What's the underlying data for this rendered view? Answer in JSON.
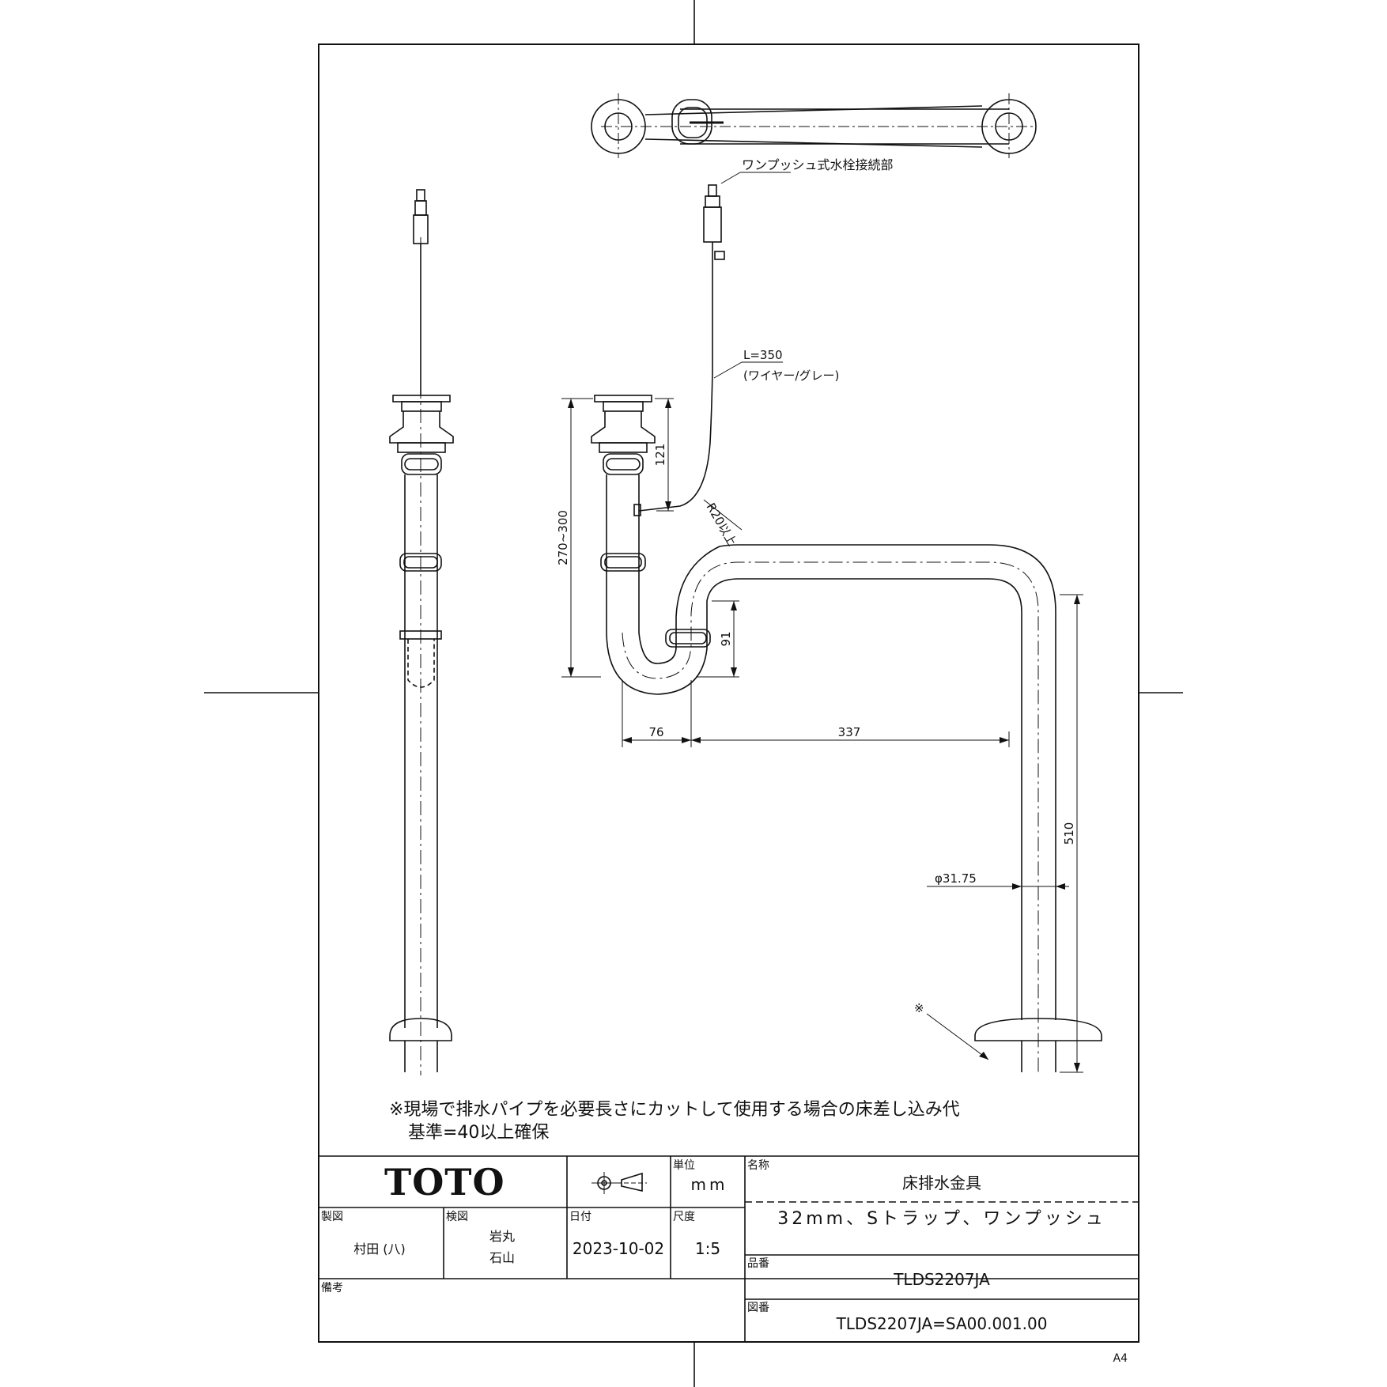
{
  "drawing": {
    "connector_label": "ワンプッシュ式水栓接続部",
    "wire_length": "L=350",
    "wire_desc": "(ワイヤー/グレー)",
    "dims": {
      "d121": "121",
      "d270_300": "270~300",
      "d91": "91",
      "d76": "76",
      "d337": "337",
      "d510": "510",
      "radius": "R20以上",
      "diameter": "φ31.75",
      "asterisk": "※"
    },
    "note_line1": "※現場で排水パイプを必要長さにカットして使用する場合の床差し込み代",
    "note_line2": "基準=40以上確保"
  },
  "title_block": {
    "logo": "TOTO",
    "unit_label": "単位",
    "unit_value": "mm",
    "name_label": "名称",
    "name_value": "床排水金具",
    "spec_value": "32mm、Sトラップ、ワンプッシュ",
    "drawn_label": "製図",
    "drawn_value": "村田 (八)",
    "checked_label": "検図",
    "checked_value1": "岩丸",
    "checked_value2": "石山",
    "date_label": "日付",
    "date_value": "2023-10-02",
    "scale_label": "尺度",
    "scale_value": "1:5",
    "part_label": "品番",
    "part_value": "TLDS2207JA",
    "dwg_label": "図番",
    "dwg_value": "TLDS2207JA=SA00.001.00",
    "remarks_label": "備考",
    "paper_size": "A4"
  }
}
